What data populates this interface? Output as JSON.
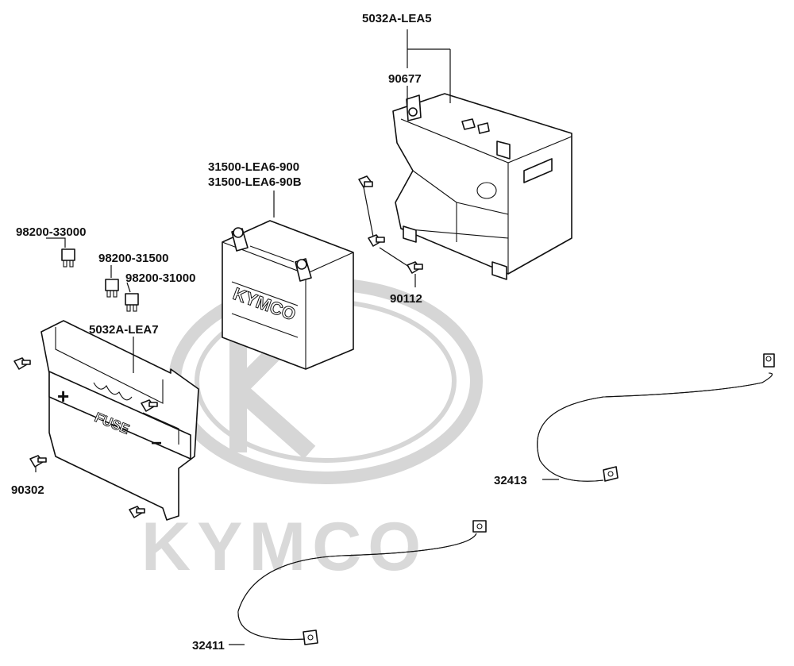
{
  "watermark": {
    "text": "KYMCO"
  },
  "battery": {
    "brand": "KYMCO"
  },
  "holder_plate": {
    "plus_sign": "+",
    "minus_sign": "−",
    "fuse_text": "FUSE"
  },
  "labels": {
    "battery_box": "5032A-LEA5",
    "bolt_top": "90677",
    "battery_1": "31500-LEA6-900",
    "battery_2": "31500-LEA6-90B",
    "fuse_30a": "98200-33000",
    "fuse_15a": "98200-31500",
    "fuse_10a": "98200-31000",
    "bracket": "5032A-LEA7",
    "bolt_right": "90112",
    "bolt_left": "90302",
    "cable_upper": "32413",
    "cable_lower": "32411"
  }
}
